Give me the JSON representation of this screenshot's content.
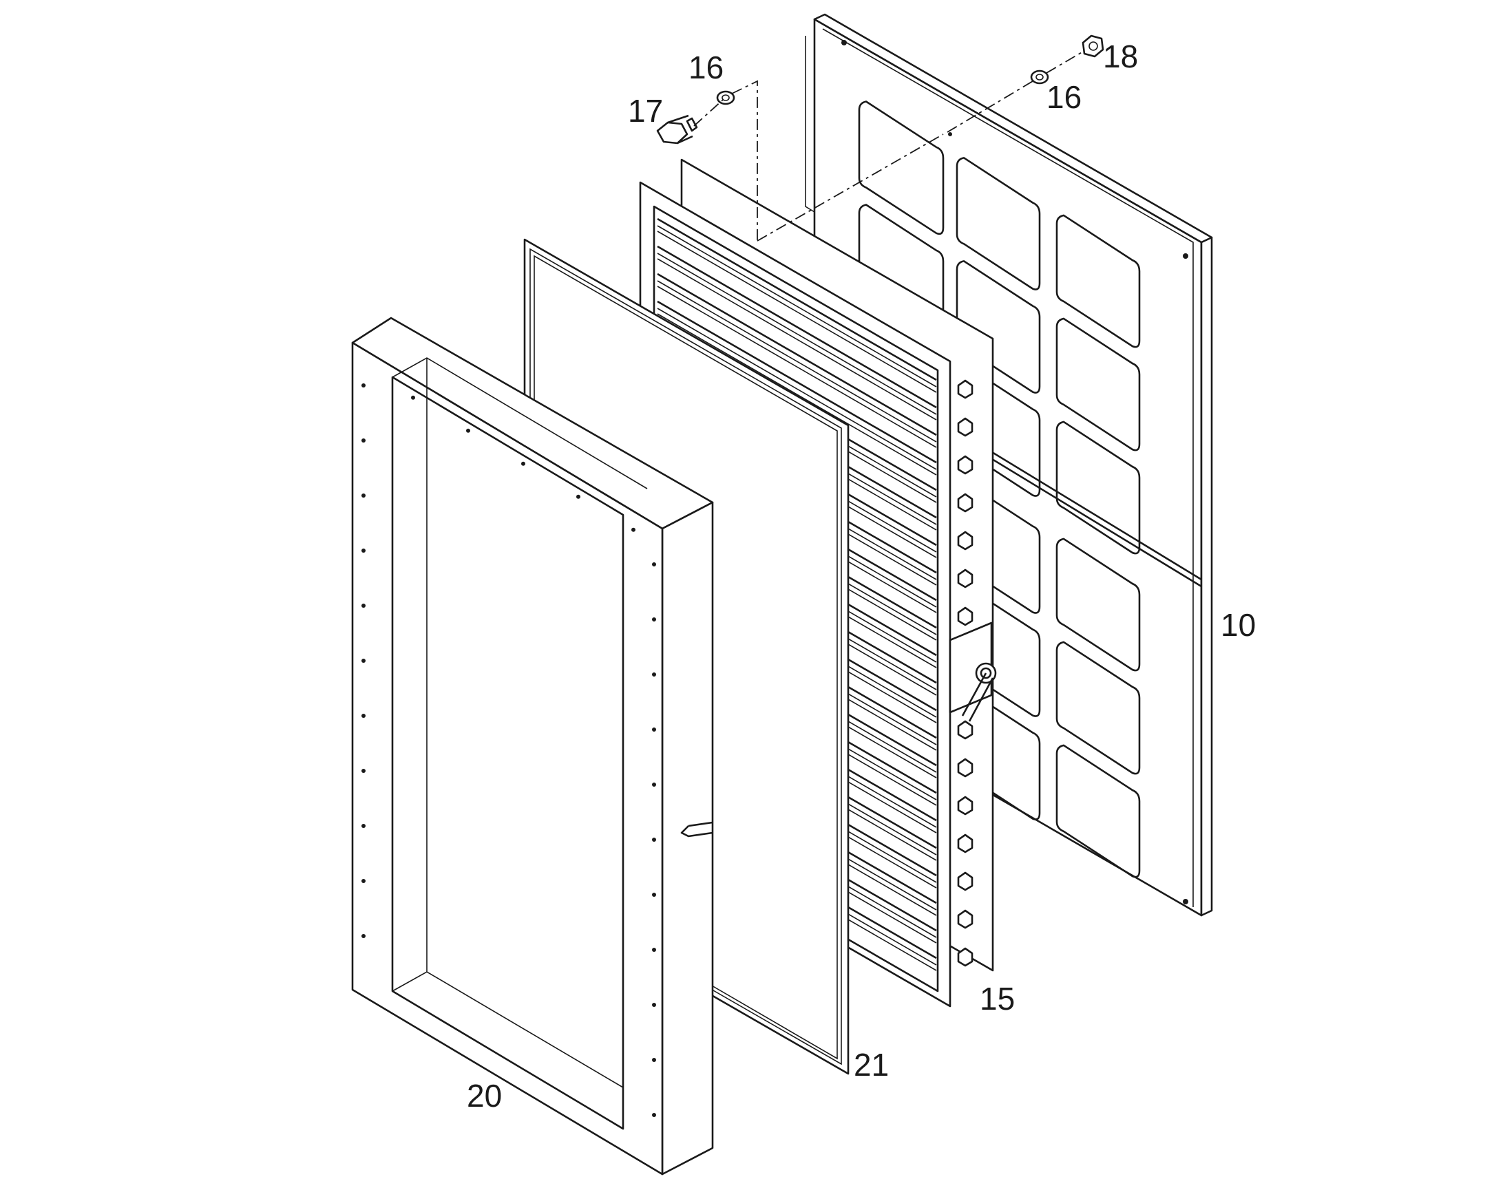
{
  "diagram": {
    "type": "exploded-assembly-view",
    "callouts": [
      {
        "id": "c10",
        "text": "10"
      },
      {
        "id": "c15",
        "text": "15"
      },
      {
        "id": "c16a",
        "text": "16"
      },
      {
        "id": "c16b",
        "text": "16"
      },
      {
        "id": "c17",
        "text": "17"
      },
      {
        "id": "c18",
        "text": "18"
      },
      {
        "id": "c20",
        "text": "20"
      },
      {
        "id": "c21",
        "text": "21"
      }
    ]
  }
}
